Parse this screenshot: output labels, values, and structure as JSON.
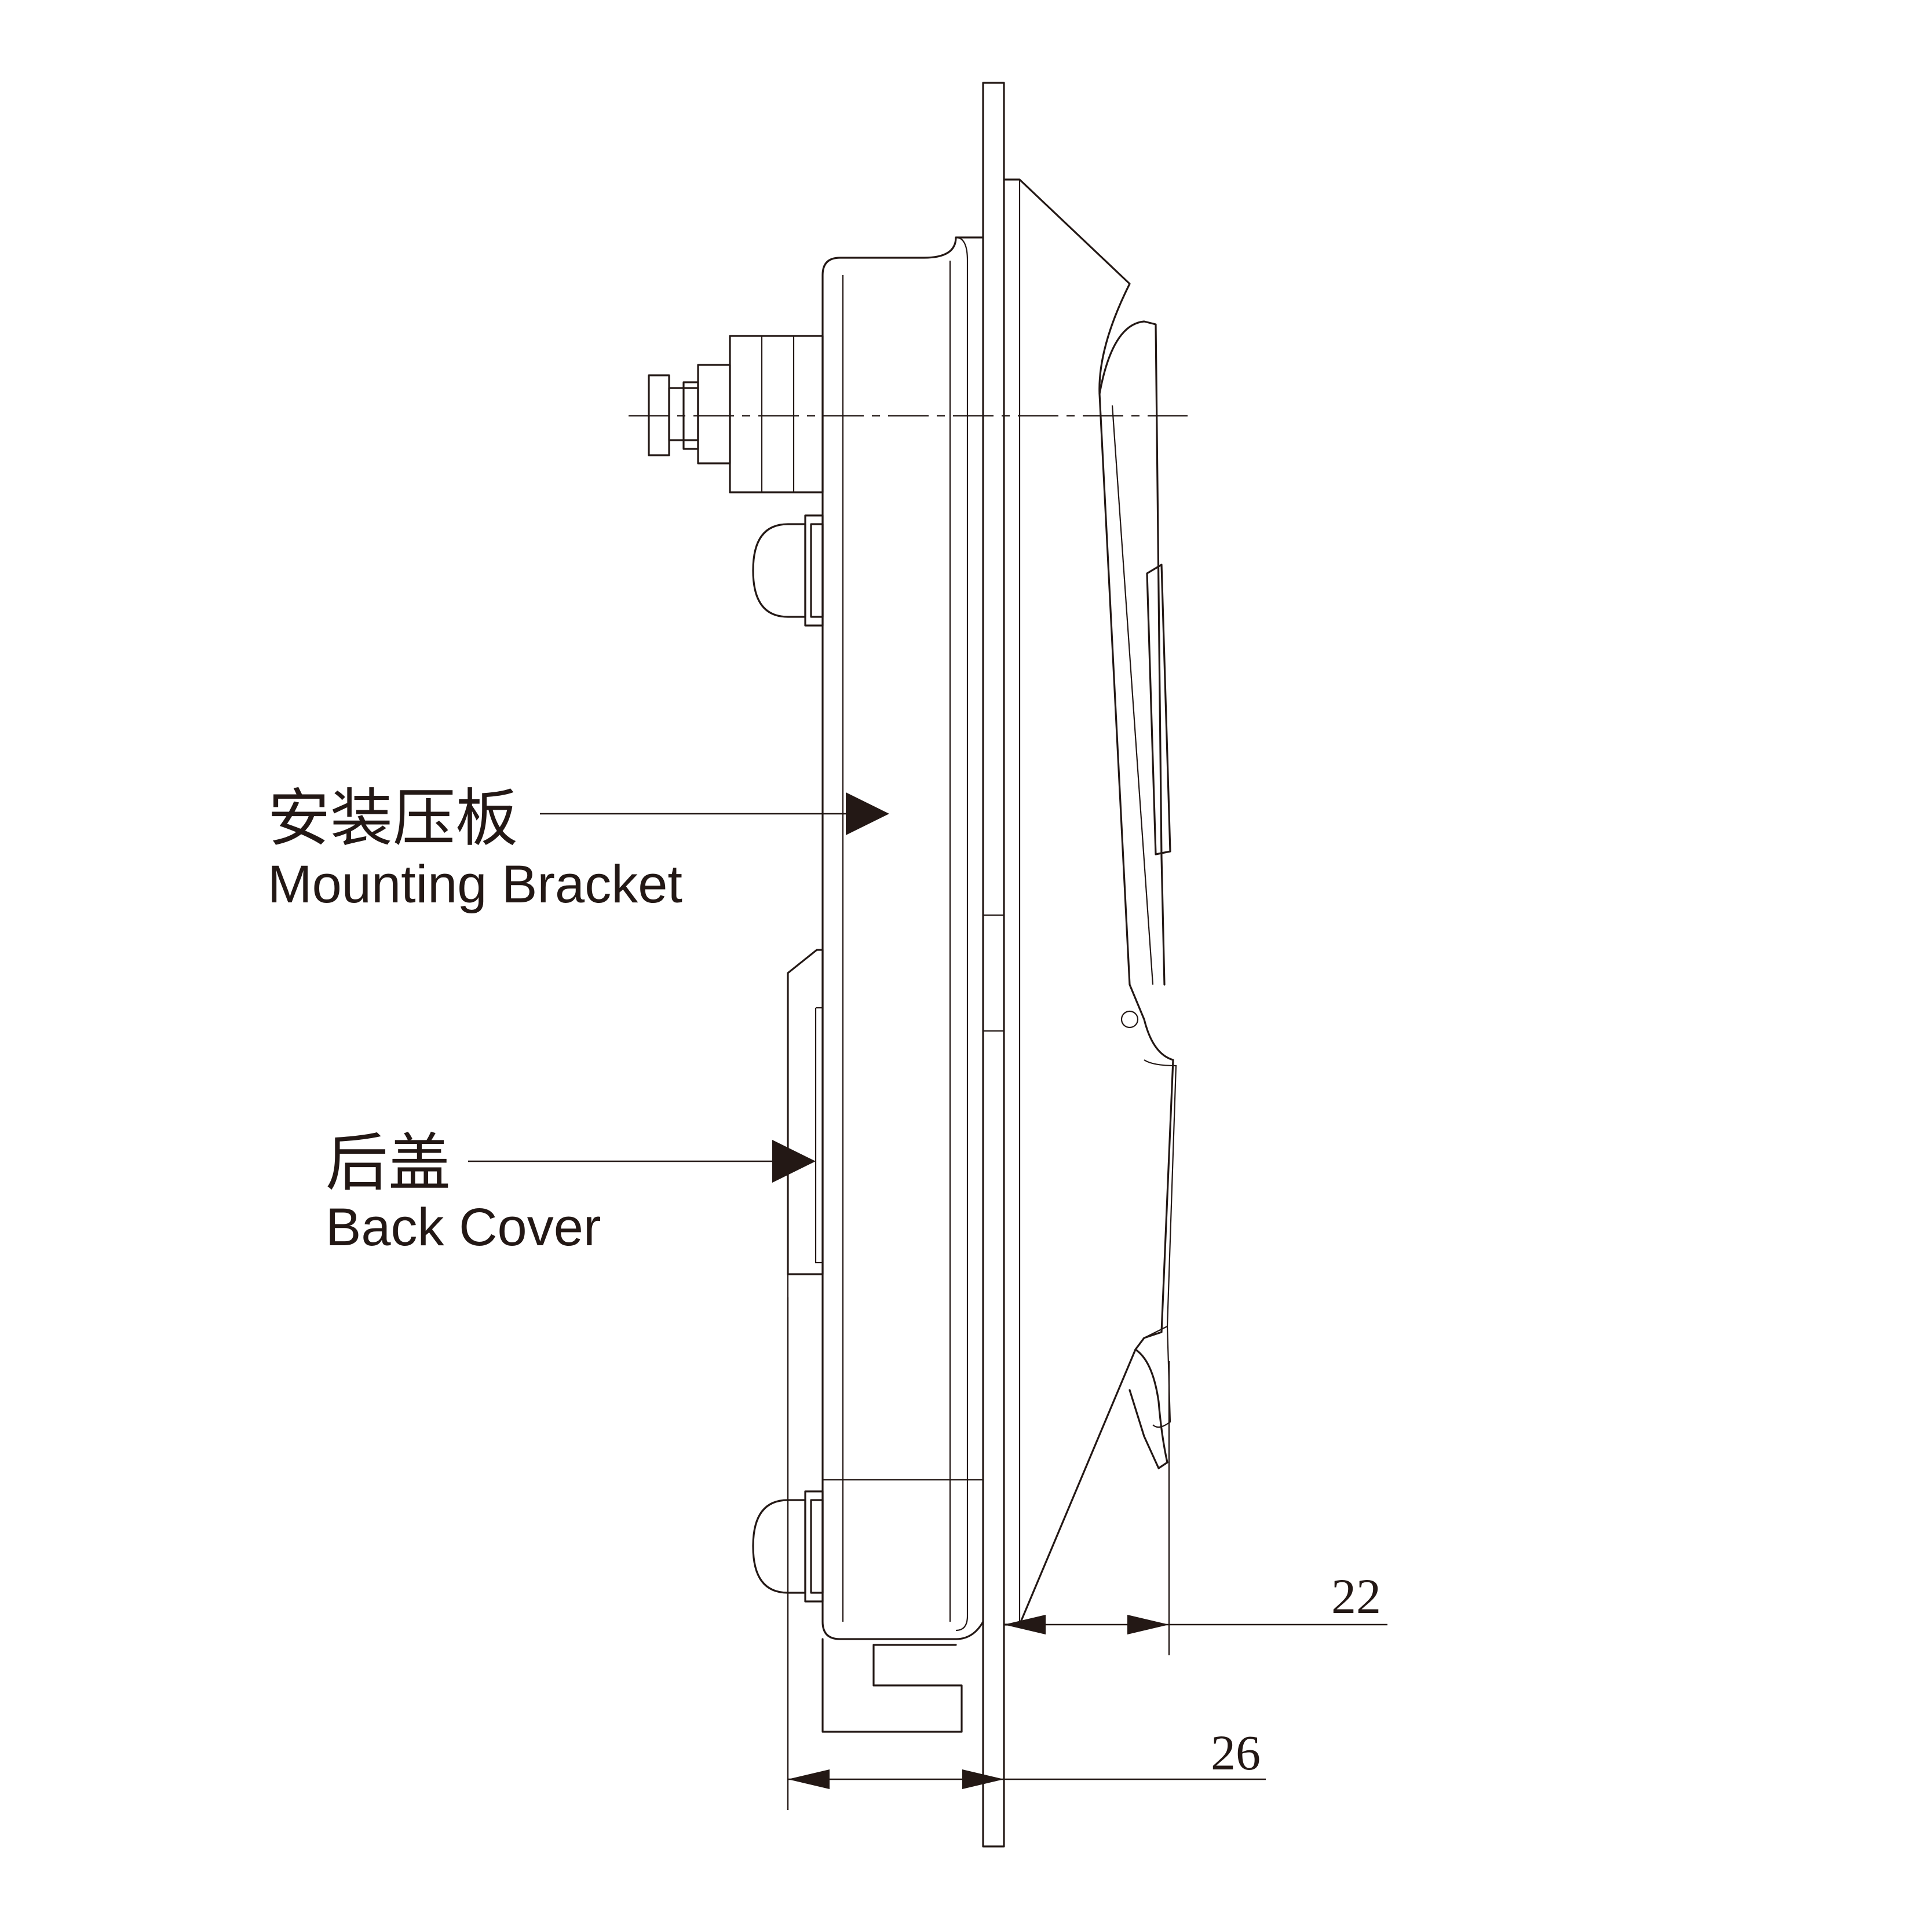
{
  "labels": {
    "mounting_bracket_cn": "安装压板",
    "mounting_bracket_en": "Mounting Bracket",
    "back_cover_cn": "后盖",
    "back_cover_en": "Back Cover"
  },
  "dimensions": {
    "front_depth": "22",
    "rear_depth": "26"
  }
}
